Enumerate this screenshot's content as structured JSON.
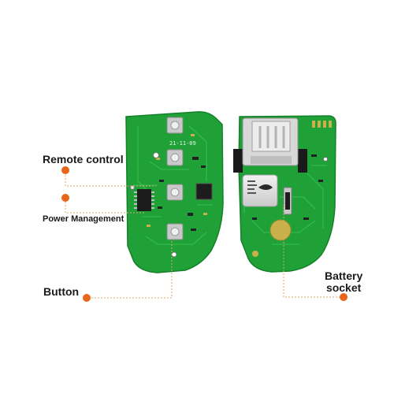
{
  "callouts": {
    "remote_control": "Remote control",
    "power_management": "Power Management",
    "button": "Button",
    "battery_socket_line1": "Battery",
    "battery_socket_line2": "socket"
  },
  "board_markings": {
    "date_code": "21-11-09"
  },
  "colors": {
    "pcb_green": "#1fa137",
    "pcb_dark": "#15802a",
    "trace": "#3cc453",
    "copper_pad": "#c9b04a",
    "callout_dot": "#e8651a",
    "callout_line": "#d9a869"
  }
}
